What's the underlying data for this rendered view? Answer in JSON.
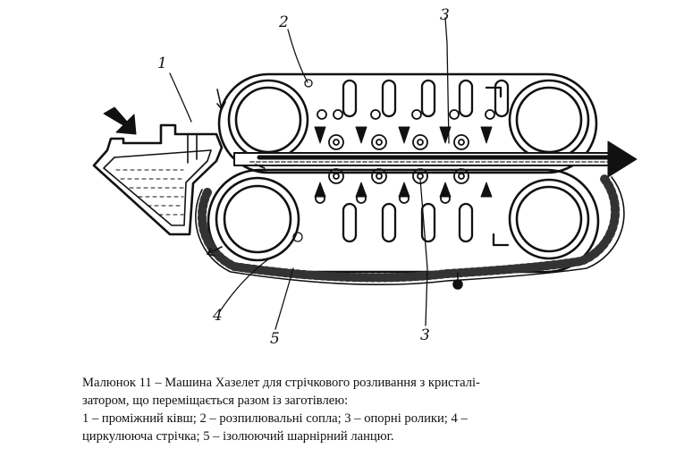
{
  "figure": {
    "labels": {
      "l1": "1",
      "l2": "2",
      "l3_top": "3",
      "l3_bottom": "3",
      "l4": "4",
      "l5": "5"
    }
  },
  "caption": {
    "line1": "Малюнок 11 – Машина Хазелет для стрічкового розливання  з кристалі-",
    "line2": "затором, що переміщається разом із заготівлею:",
    "line3": "1 – проміжний ківш; 2 – розпилювальні сопла; 3 – опорні ролики; 4 –",
    "line4": "циркулююча стрічка; 5 – ізолюючий шарнірний ланцюг."
  }
}
